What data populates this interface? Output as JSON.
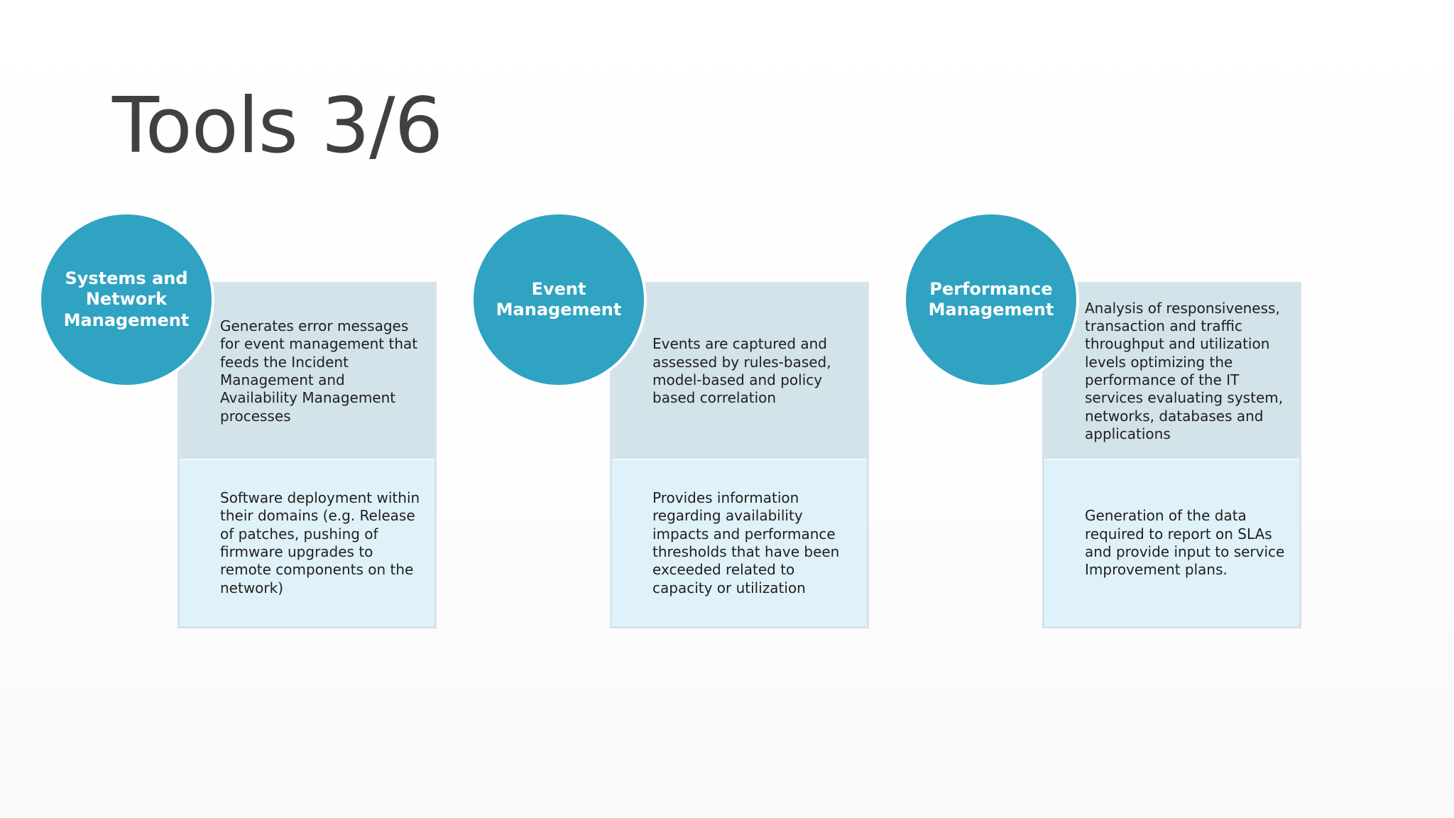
{
  "slide": {
    "title": "Tools 3/6"
  },
  "groups": [
    {
      "circle_label": "Systems and Network Management",
      "top_text": "Generates error messages for event management that feeds the Incident Management and Availability Management processes",
      "bottom_text": "Software deployment within their domains (e.g. Release of patches, pushing of firmware upgrades to remote components on the network)"
    },
    {
      "circle_label": "Event Management",
      "top_text": "Events are captured and assessed by rules-based, model-based and policy based correlation",
      "bottom_text": "Provides information regarding availability impacts and performance thresholds that have been exceeded related to capacity or utilization"
    },
    {
      "circle_label": "Performance Management",
      "top_text": "Analysis of responsiveness, transaction and traffic throughput and utilization levels optimizing the performance of the IT services evaluating system, networks, databases and applications",
      "bottom_text": "Generation of the data required to report on SLAs and provide input to service Improvement plans."
    }
  ],
  "colors": {
    "circle": "#2fa3c1",
    "panel_top": "#d2e3e9",
    "panel_bottom": "#e0f2f9",
    "title_text": "#404040"
  }
}
